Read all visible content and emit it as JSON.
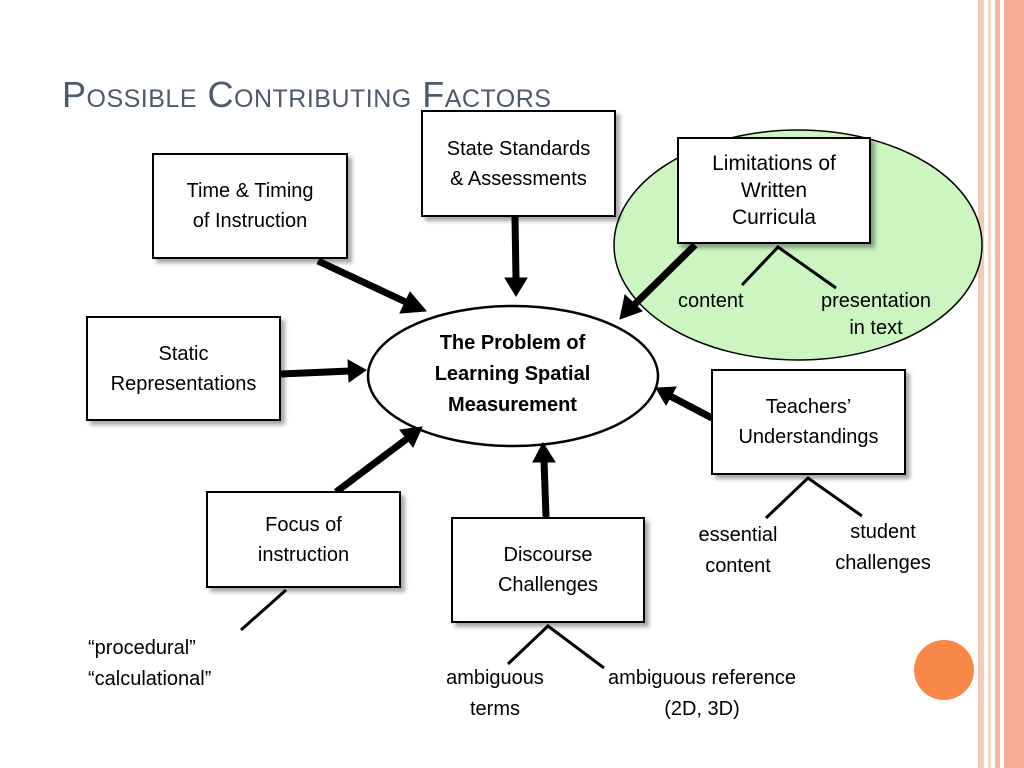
{
  "slide": {
    "title": "Possible Contributing Factors",
    "accent_orange": "#f7884a",
    "stripe_color": "#f8b9a3",
    "bubble_green": "#ccf5c2"
  },
  "center": {
    "line1": "The Problem of",
    "line2": "Learning Spatial",
    "line3": "Measurement"
  },
  "factors": {
    "time": {
      "line1": "Time & Timing",
      "line2": "of Instruction"
    },
    "standards": {
      "line1": "State Standards",
      "line2": "& Assessments"
    },
    "limitations": {
      "line1": "Limitations of",
      "line2": "Written",
      "line3": "Curricula"
    },
    "static": {
      "line1": "Static",
      "line2": "Representations"
    },
    "teachers": {
      "line1": "Teachers’",
      "line2": "Understandings"
    },
    "focus": {
      "line1": "Focus of",
      "line2": "instruction"
    },
    "discourse": {
      "line1": "Discourse",
      "line2": "Challenges"
    }
  },
  "sub_labels": {
    "content": "content",
    "presentation_1": "presentation",
    "presentation_2": "in text",
    "essential_1": "essential",
    "essential_2": "content",
    "student_1": "student",
    "student_2": "challenges",
    "procedural": "“procedural”",
    "calculational": "“calculational”",
    "ambiguous_terms_1": "ambiguous",
    "ambiguous_terms_2": "terms",
    "ambiguous_ref_1": "ambiguous reference",
    "ambiguous_ref_2": "(2D, 3D)"
  }
}
